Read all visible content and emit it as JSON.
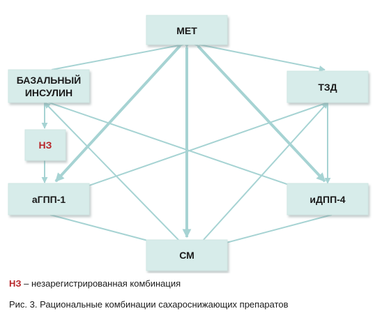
{
  "nodes": {
    "met": "МЕТ",
    "basal_line1": "БАЗАЛЬНЫЙ",
    "basal_line2": "ИНСУЛИН",
    "tzd": "ТЗД",
    "nz": "НЗ",
    "agpp": "аГПП-1",
    "idpp": "иДПП-4",
    "sm": "СМ"
  },
  "colors": {
    "box_fill": "#d7ecea",
    "box_stroke": "#cfe6e3",
    "arrow": "#a6d3d3",
    "nz_text": "#b8262a"
  },
  "legend": {
    "abbr": "НЗ",
    "text": " – незарегистрированная комбинация"
  },
  "caption": {
    "text": "Рис. 3.   Рациональные комбинации сахароснижающих препаратов"
  }
}
